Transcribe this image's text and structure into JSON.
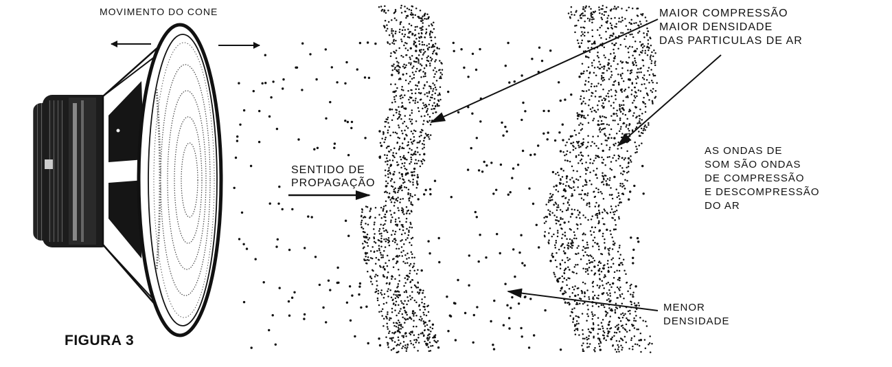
{
  "labels": {
    "cone_movement": "MOVIMENTO DO CONE",
    "compression": [
      "MAIOR COMPRESSÃO",
      "MAIOR DENSIDADE",
      "DAS PARTICULAS DE AR"
    ],
    "propagation": [
      "SENTIDO DE",
      "PROPAGAÇÃO"
    ],
    "sound_waves": [
      "AS ONDAS DE",
      "SOM SÃO ONDAS",
      "DE COMPRESSÃO",
      "E DESCOMPRESSÃO",
      "DO AR"
    ],
    "lower_density": [
      "MENOR",
      "DENSIDADE"
    ]
  },
  "caption": "FIGURA 3",
  "colors": {
    "ink": "#111111",
    "paper": "#ffffff"
  }
}
